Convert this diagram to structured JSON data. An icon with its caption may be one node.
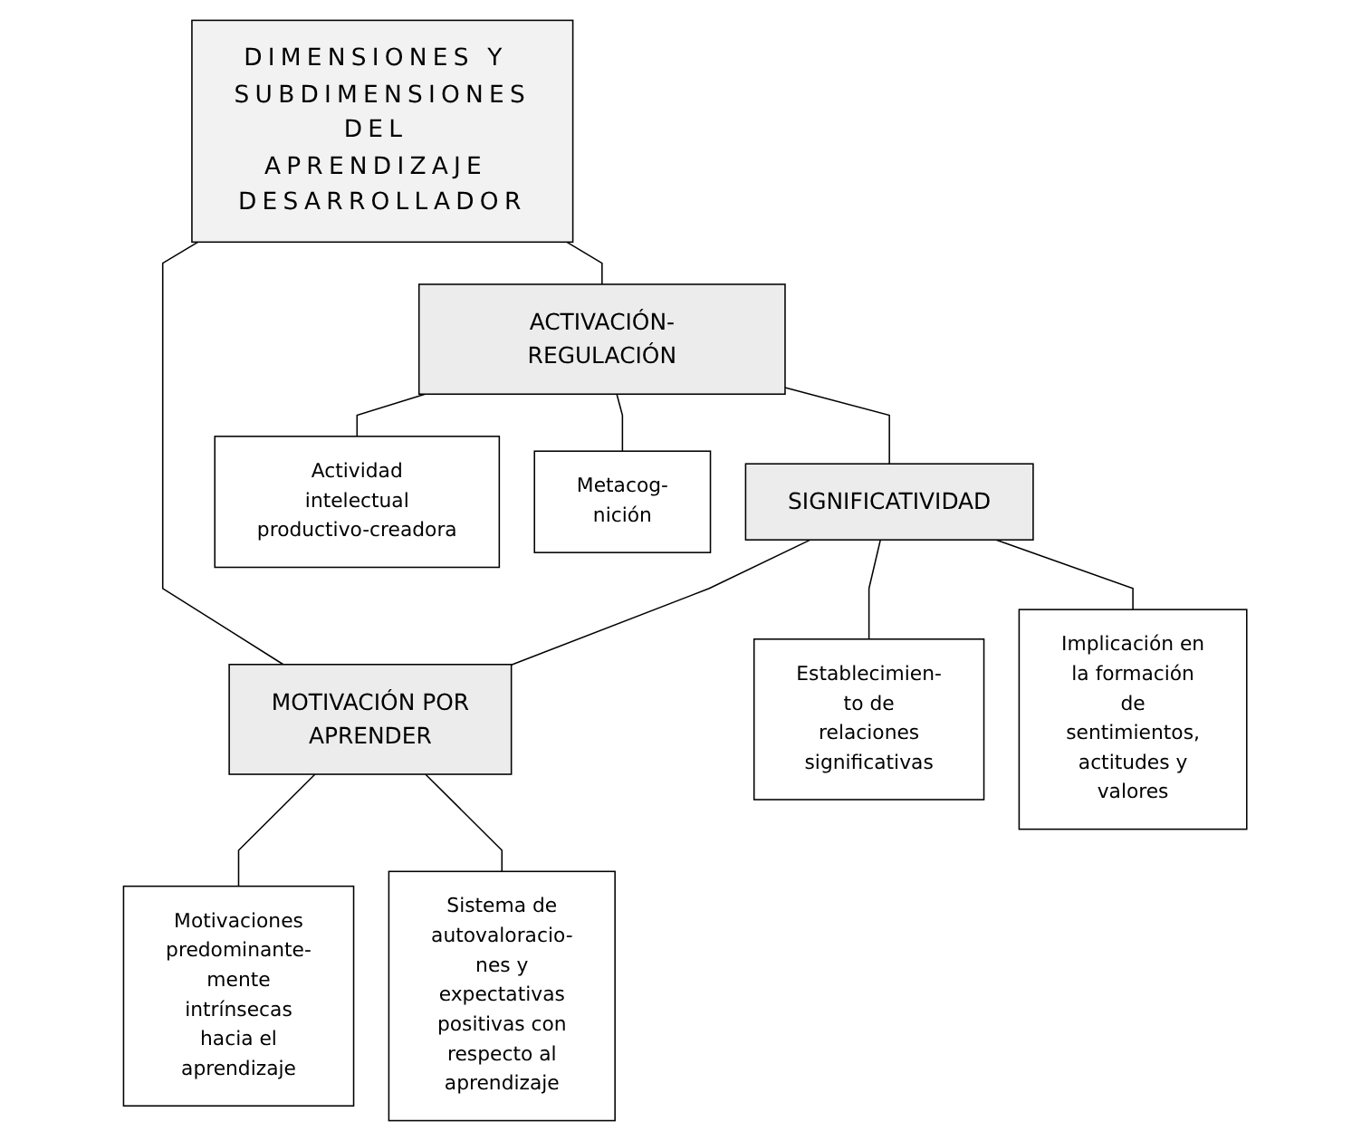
{
  "diagram": {
    "nodes": [
      {
        "text": [
          "DIMENSIONES Y SUBDIMENSIONES DEL APRENDIZAJE DESARROLLADOR"
        ]
      },
      {
        "text": [
          "ACTIVACIÓN-REGULACIÓN"
        ]
      },
      {
        "text": [
          "SIGNIFICATIVIDAD"
        ]
      },
      {
        "text": [
          "MOTIVACIÓN POR APRENDER"
        ]
      },
      {
        "text": [
          "Actividad intelectual productivo-creadora"
        ]
      },
      {
        "text": [
          "Metacog- nición"
        ]
      },
      {
        "text": [
          "Establecimien- to de relaciones significativas"
        ]
      },
      {
        "text": [
          "Implicación en la formación de sentimientos, actitudes y valores"
        ]
      },
      {
        "text": [
          "Motivaciones predominante- mente intrínsecas hacia el aprendizaje"
        ]
      },
      {
        "text": [
          "Sistema de autovaloracio- nes y expectativas positivas con respecto al aprendizaje"
        ]
      }
    ],
    "edges": [
      {
        "from": 0,
        "to": 1,
        "arrow": "none"
      },
      {
        "from": 0,
        "to": 3,
        "arrow": "none"
      },
      {
        "from": 1,
        "to": 2,
        "arrow": "none"
      },
      {
        "from": 2,
        "to": 3,
        "arrow": "none"
      },
      {
        "from": 1,
        "to": 4,
        "arrow": "none"
      },
      {
        "from": 1,
        "to": 5,
        "arrow": "none"
      },
      {
        "from": 2,
        "to": 6,
        "arrow": "none"
      },
      {
        "from": 2,
        "to": 7,
        "arrow": "none"
      },
      {
        "from": 3,
        "to": 8,
        "arrow": "none"
      },
      {
        "from": 3,
        "to": 9,
        "arrow": "none"
      }
    ]
  }
}
